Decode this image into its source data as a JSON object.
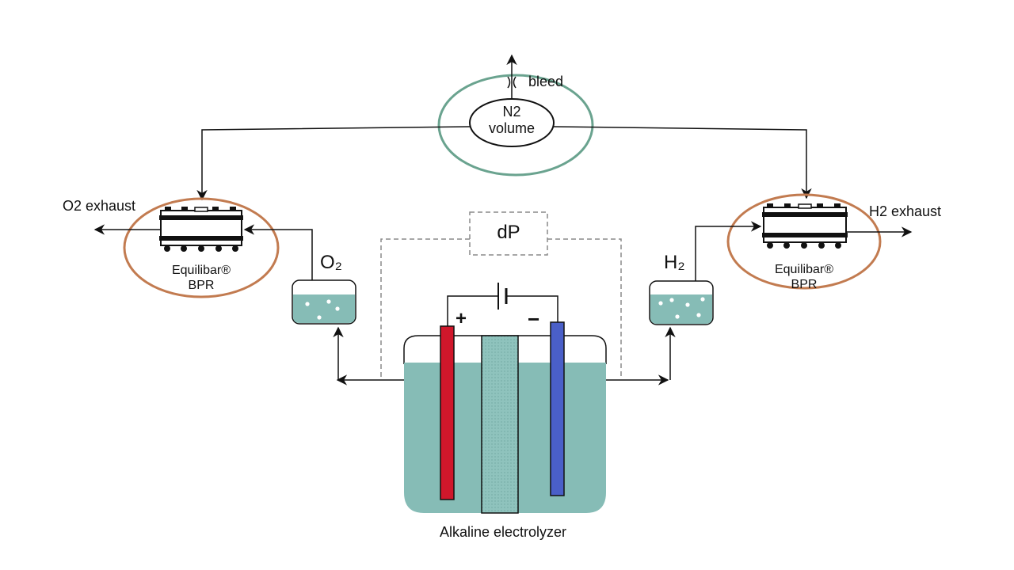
{
  "labels": {
    "bleed": "bleed",
    "n2_line1": "N2",
    "n2_line2": "volume",
    "o2_exhaust": "O2 exhaust",
    "h2_exhaust": "H2 exhaust",
    "o2": "O₂",
    "h2": "H₂",
    "dp": "dP",
    "bpr_left_line1": "Equilibar®",
    "bpr_left_line2": "BPR",
    "bpr_right_line1": "Equilibar®",
    "bpr_right_line2": "BPR",
    "plus": "+",
    "minus": "−",
    "electrolyzer": "Alkaline electrolyzer"
  },
  "colors": {
    "electrolyte": "#86bcb6",
    "green_highlight": "#6aa38f",
    "orange_highlight": "#c27b50",
    "anode": "#d0172b",
    "cathode": "#4a5fc8",
    "dashed": "#8a8a8a",
    "line": "#111111"
  }
}
